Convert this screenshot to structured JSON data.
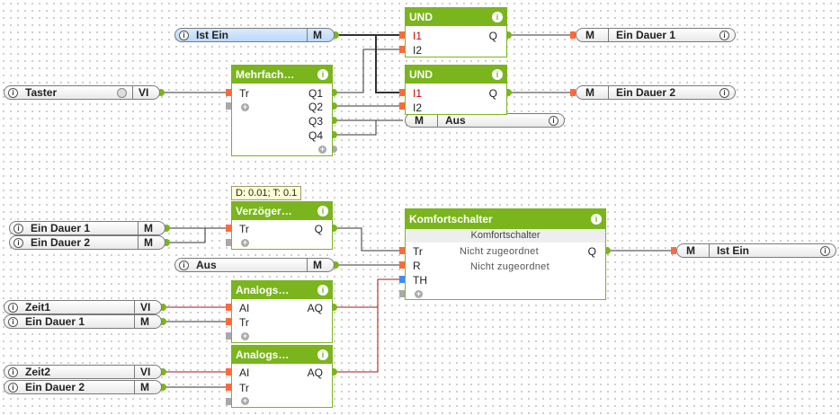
{
  "inputs": {
    "ist_ein_top": {
      "name": "Ist Ein",
      "type": "M"
    },
    "taster": {
      "name": "Taster",
      "type": "VI"
    },
    "ein_dauer_1_a": {
      "name": "Ein Dauer 1",
      "type": "M"
    },
    "ein_dauer_2_a": {
      "name": "Ein Dauer 2",
      "type": "M"
    },
    "aus": {
      "name": "Aus",
      "type": "M"
    },
    "zeit1": {
      "name": "Zeit1",
      "type": "VI"
    },
    "ein_dauer_1_b": {
      "name": "Ein Dauer 1",
      "type": "M"
    },
    "zeit2": {
      "name": "Zeit2",
      "type": "VI"
    },
    "ein_dauer_2_b": {
      "name": "Ein Dauer 2",
      "type": "M"
    }
  },
  "outputs": {
    "ein_dauer_1": {
      "name": "Ein Dauer 1",
      "type": "M"
    },
    "ein_dauer_2": {
      "name": "Ein Dauer 2",
      "type": "M"
    },
    "aus": {
      "name": "Aus",
      "type": "M"
    },
    "ist_ein": {
      "name": "Ist Ein",
      "type": "M"
    }
  },
  "blocks": {
    "und1": {
      "title": "UND",
      "in1": "I1",
      "in2": "I2",
      "out": "Q"
    },
    "und2": {
      "title": "UND",
      "in1": "I1",
      "in2": "I2",
      "out": "Q"
    },
    "mehrfach": {
      "title": "Mehrfach…",
      "in1": "Tr",
      "out1": "Q1",
      "out2": "Q2",
      "out3": "Q3",
      "out4": "Q4"
    },
    "verzoeger": {
      "title": "Verzöger…",
      "in1": "Tr",
      "out": "Q",
      "tooltip": "D: 0.01; T: 0.1"
    },
    "komfort": {
      "title": "Komfortschalter",
      "subtitle": "Komfortschalter",
      "in1": "Tr",
      "in2": "R",
      "in3": "TH",
      "out": "Q",
      "note1": "Nicht zugeordnet",
      "note2": "Nicht zugeordnet"
    },
    "analog1": {
      "title": "Analogs…",
      "in1": "AI",
      "in2": "Tr",
      "out": "AQ"
    },
    "analog2": {
      "title": "Analogs…",
      "in1": "AI",
      "in2": "Tr",
      "out": "AQ"
    }
  },
  "icons": {
    "info": "i",
    "plus": "+"
  },
  "colors": {
    "block": "#7ab51d",
    "wire_digital": "#333333",
    "wire_analog": "#a01818",
    "pin_in": "#ff6a3c",
    "pin_th": "#3c8cff"
  }
}
